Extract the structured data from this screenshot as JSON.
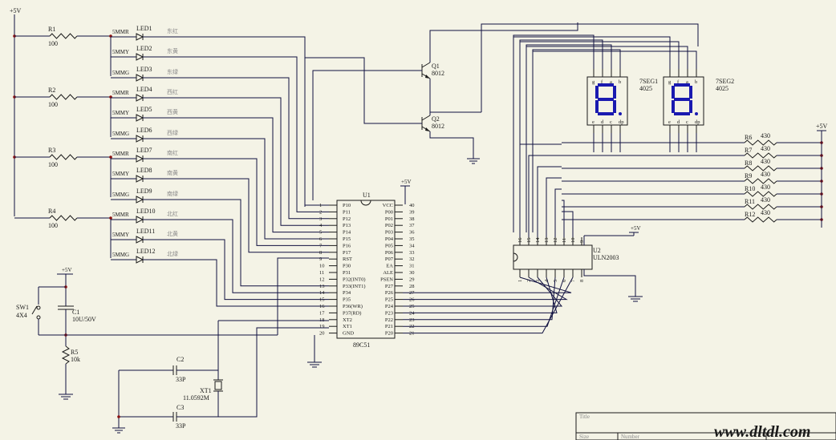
{
  "supply": "+5V",
  "resistors": {
    "rows": [
      {
        "ref": "R1",
        "value": "100"
      },
      {
        "ref": "R2",
        "value": "100"
      },
      {
        "ref": "R3",
        "value": "100"
      },
      {
        "ref": "R4",
        "value": "100"
      }
    ],
    "segment": [
      {
        "ref": "R6",
        "value": "430"
      },
      {
        "ref": "R7",
        "value": "430"
      },
      {
        "ref": "R8",
        "value": "430"
      },
      {
        "ref": "R9",
        "value": "430"
      },
      {
        "ref": "R10",
        "value": "430"
      },
      {
        "ref": "R11",
        "value": "430"
      },
      {
        "ref": "R12",
        "value": "430"
      }
    ],
    "reset": {
      "ref": "R5",
      "value": "10k"
    }
  },
  "leds": [
    {
      "type": "5MMR",
      "ref": "LED1",
      "dir": "东红"
    },
    {
      "type": "5MMY",
      "ref": "LED2",
      "dir": "东黄"
    },
    {
      "type": "5MMG",
      "ref": "LED3",
      "dir": "东绿"
    },
    {
      "type": "5MMR",
      "ref": "LED4",
      "dir": "西红"
    },
    {
      "type": "5MMY",
      "ref": "LED5",
      "dir": "西黄"
    },
    {
      "type": "5MMG",
      "ref": "LED6",
      "dir": "西绿"
    },
    {
      "type": "5MMR",
      "ref": "LED7",
      "dir": "南红"
    },
    {
      "type": "5MMY",
      "ref": "LED8",
      "dir": "南黄"
    },
    {
      "type": "5MMG",
      "ref": "LED9",
      "dir": "南绿"
    },
    {
      "type": "5MMR",
      "ref": "LED10",
      "dir": "北红"
    },
    {
      "type": "5MMY",
      "ref": "LED11",
      "dir": "北黄"
    },
    {
      "type": "5MMG",
      "ref": "LED12",
      "dir": "北绿"
    }
  ],
  "transistors": [
    {
      "ref": "Q1",
      "part": "8012"
    },
    {
      "ref": "Q2",
      "part": "8012"
    }
  ],
  "displays": [
    {
      "ref": "7SEG1",
      "part": "4025",
      "top_pins": [
        "g",
        "f",
        "a",
        "b"
      ],
      "bottom_pins": [
        "e",
        "d",
        "c",
        "dp"
      ]
    },
    {
      "ref": "7SEG2",
      "part": "4025",
      "top_pins": [
        "g",
        "f",
        "a",
        "b"
      ],
      "bottom_pins": [
        "e",
        "d",
        "c",
        "dp"
      ]
    }
  ],
  "mcu": {
    "ref": "U1",
    "part": "89C51",
    "left_pins": [
      {
        "num": "1",
        "name": "P10"
      },
      {
        "num": "2",
        "name": "P11"
      },
      {
        "num": "3",
        "name": "P12"
      },
      {
        "num": "4",
        "name": "P13"
      },
      {
        "num": "5",
        "name": "P14"
      },
      {
        "num": "6",
        "name": "P15"
      },
      {
        "num": "7",
        "name": "P16"
      },
      {
        "num": "8",
        "name": "P17"
      },
      {
        "num": "9",
        "name": "RST"
      },
      {
        "num": "10",
        "name": "P30"
      },
      {
        "num": "11",
        "name": "P31"
      },
      {
        "num": "12",
        "name": "P32(INT0)"
      },
      {
        "num": "13",
        "name": "P33(INT1)"
      },
      {
        "num": "14",
        "name": "P34"
      },
      {
        "num": "15",
        "name": "P35"
      },
      {
        "num": "16",
        "name": "P36(WR)"
      },
      {
        "num": "17",
        "name": "P37(RD)"
      },
      {
        "num": "18",
        "name": "XT2"
      },
      {
        "num": "19",
        "name": "XT1"
      },
      {
        "num": "20",
        "name": "GND"
      }
    ],
    "right_pins": [
      {
        "num": "40",
        "name": "VCC"
      },
      {
        "num": "39",
        "name": "P00"
      },
      {
        "num": "38",
        "name": "P01"
      },
      {
        "num": "37",
        "name": "P02"
      },
      {
        "num": "36",
        "name": "P03"
      },
      {
        "num": "35",
        "name": "P04"
      },
      {
        "num": "34",
        "name": "P05"
      },
      {
        "num": "33",
        "name": "P06"
      },
      {
        "num": "32",
        "name": "P07"
      },
      {
        "num": "31",
        "name": "EA"
      },
      {
        "num": "30",
        "name": "ALE"
      },
      {
        "num": "29",
        "name": "PSEN"
      },
      {
        "num": "28",
        "name": "P27"
      },
      {
        "num": "27",
        "name": "P26"
      },
      {
        "num": "26",
        "name": "P25"
      },
      {
        "num": "25",
        "name": "P24"
      },
      {
        "num": "24",
        "name": "P23"
      },
      {
        "num": "23",
        "name": "P22"
      },
      {
        "num": "22",
        "name": "P21"
      },
      {
        "num": "21",
        "name": "P20"
      }
    ]
  },
  "driver": {
    "ref": "U2",
    "part": "ULN2003",
    "top_pins": [
      "16",
      "15",
      "14",
      "13",
      "12",
      "11",
      "10",
      "9"
    ],
    "bottom_pins": [
      "1",
      "2",
      "3",
      "4",
      "5",
      "6",
      "7",
      "8"
    ]
  },
  "reset_circuit": {
    "switch_ref": "SW1",
    "switch_type": "4X4",
    "cap_ref": "C1",
    "cap_value": "10U/50V"
  },
  "crystal": {
    "ref": "XT1",
    "value": "11.0592M",
    "c2_ref": "C2",
    "c2_value": "33P",
    "c3_ref": "C3",
    "c3_value": "33P"
  },
  "title_block": {
    "title_label": "Title",
    "size_label": "Size",
    "number_label": "Number"
  },
  "watermark": "www.dltdl.com"
}
